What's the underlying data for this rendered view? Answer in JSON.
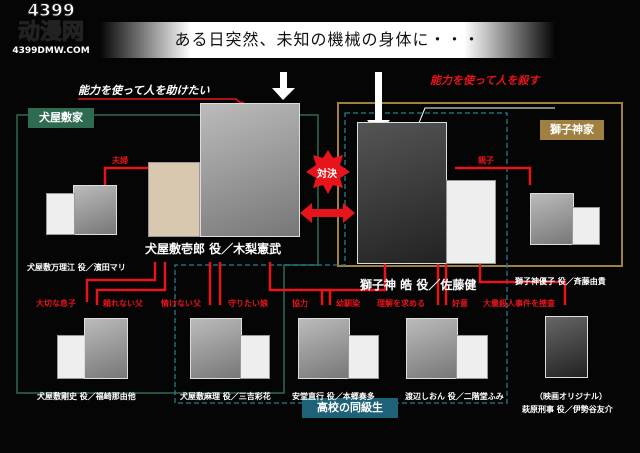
{
  "logo": {
    "number": "4399",
    "name": "动漫网",
    "url": "4399DMW.COM"
  },
  "banner": "ある日突然、未知の機械の身体に・・・",
  "captions": {
    "help": "能力を使って人を助けたい",
    "kill": "能力を使って人を殺す"
  },
  "families": {
    "inuyashiki": "犬屋敷家",
    "shishigami": "獅子神家"
  },
  "versus": "対決",
  "classmates": "高校の同級生",
  "relations": {
    "couple": "夫婦",
    "parent_child": "親子",
    "precious_son": "大切な息子",
    "unreliable_father": "頼れない父",
    "pathetic_father": "情けない父",
    "protect_daughter": "守りたい娘",
    "cooperation": "協力",
    "childhood_friend": "幼馴染",
    "seek_understanding": "理解を求める",
    "affection": "好意",
    "investigation": "大量殺人事件を捜査"
  },
  "cast": {
    "marie": "犬屋敷万理江 役／濱田マリ",
    "ichiro": "犬屋敷壱郎 役／木梨憲武",
    "hiro": "獅子神 皓 役／佐藤健",
    "yuko": "獅子神優子 役／斉藤由貴",
    "takeshi": "犬屋敷剛史 役／福崎那由他",
    "mari": "犬屋敷麻理 役／三吉彩花",
    "naoyuki": "安堂直行 役／本郷奏多",
    "shion": "渡辺しおん 役／二階堂ふみ",
    "hagiwara_note": "（映画オリジナル）",
    "hagiwara": "萩原刑事 役／伊勢谷友介"
  },
  "colors": {
    "red": "#e8141b",
    "green": "#2e6b50",
    "gold": "#a08040",
    "blue": "#2a7a90"
  }
}
